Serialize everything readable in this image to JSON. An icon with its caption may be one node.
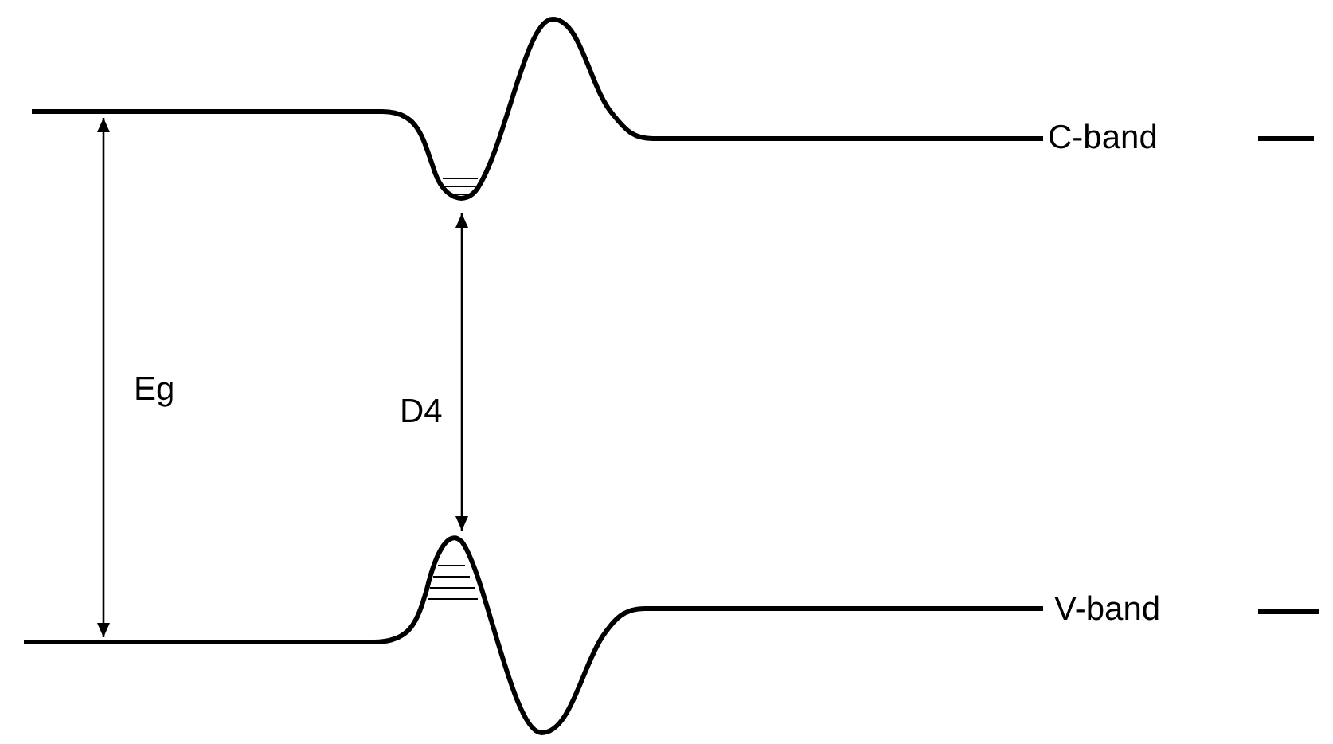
{
  "diagram": {
    "labels": [
      "C-band",
      "Eg",
      "D4",
      "V-band"
    ]
  }
}
